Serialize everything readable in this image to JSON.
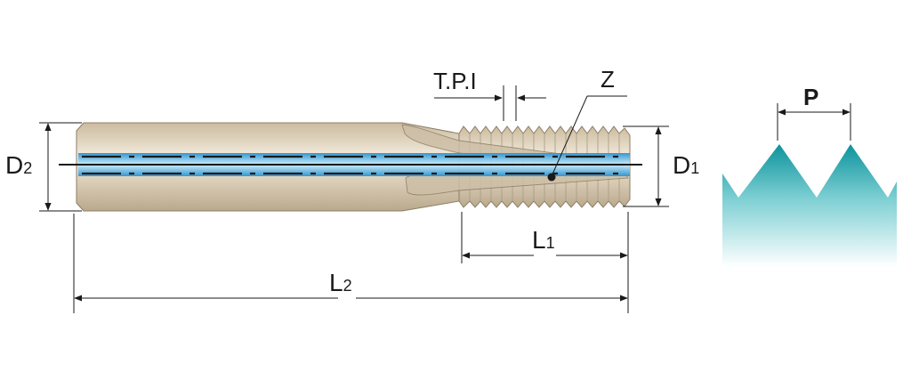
{
  "labels": {
    "tpi": "T.P.I",
    "z": "Z",
    "d2_main": "D",
    "d2_sub": "2",
    "d1_main": "D",
    "d1_sub": "1",
    "l1_main": "L",
    "l1_sub": "1",
    "l2_main": "L",
    "l2_sub": "2",
    "pitch": "P"
  },
  "colors": {
    "body": "#d8cbb4",
    "body_light": "#f1e9dc",
    "body_dark": "#b7a78c",
    "coolant": "#3aa0d8",
    "coolant_light": "#bfe6f7",
    "thread_profile": "#29a3ad",
    "line": "#1a1a1a"
  }
}
